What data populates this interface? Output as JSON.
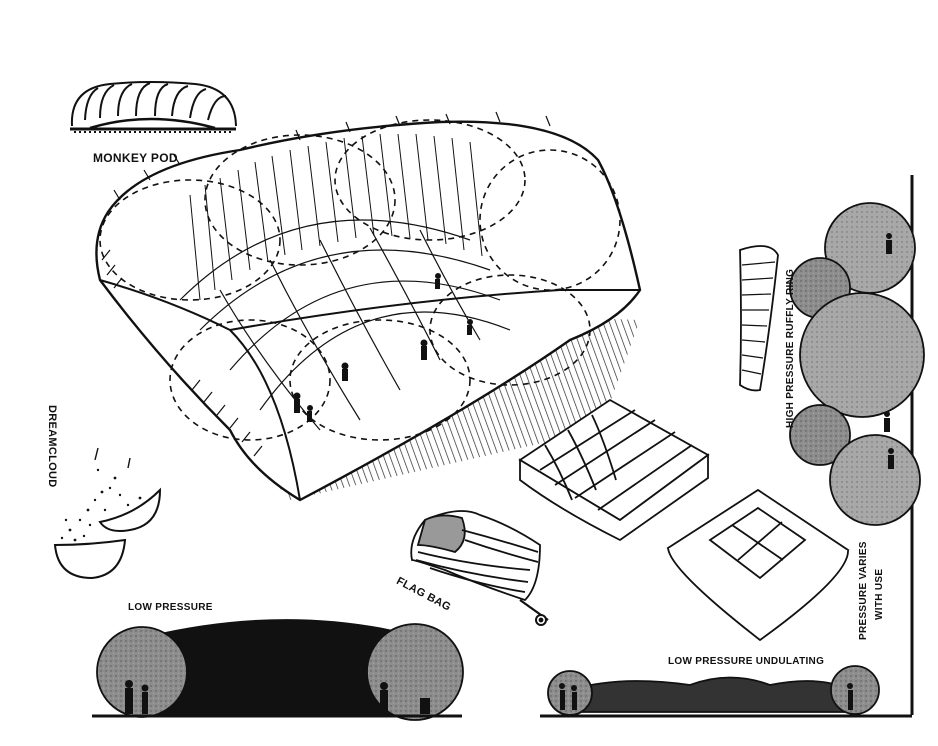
{
  "labels": {
    "monkey_pod": "MONKEY POD",
    "dreamcloud": "DREAMCLOUD",
    "flag_bag": "FLAG BAG",
    "low_pressure": "LOW PRESSURE",
    "low_pressure_undulating": "LOW PRESSURE UNDULATING",
    "high_pressure_ruffly_ring": "HIGH PRESSURE RUFFLY RING",
    "pressure_varies_line1": "PRESSURE VARIES",
    "pressure_varies_line2": "WITH USE"
  },
  "colors": {
    "ink": "#111111",
    "paper": "#ffffff",
    "shade": "#8a8a8a",
    "dark": "#5a5a5a"
  }
}
